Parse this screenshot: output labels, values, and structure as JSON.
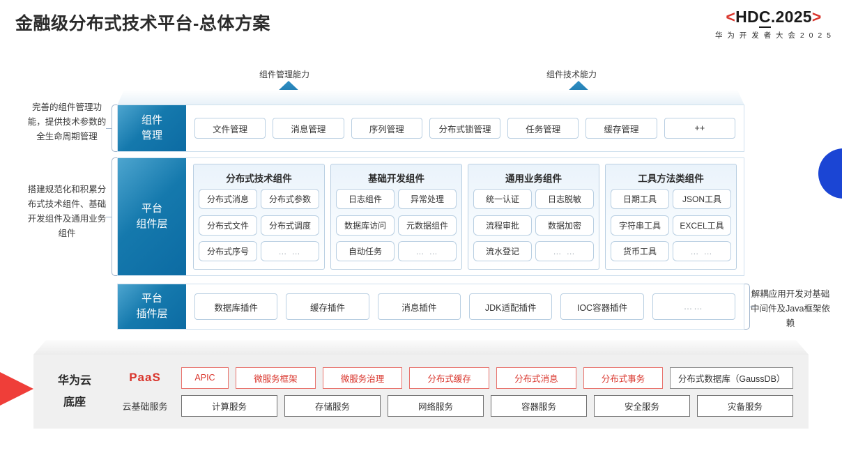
{
  "header": {
    "title": "金融级分布式技术平台-总体方案",
    "logo_main_left": "<",
    "logo_main_text_a": "HD",
    "logo_main_text_b": "C",
    "logo_main_text_c": ".2025",
    "logo_main_right": ">",
    "logo_sub": "华 为 开 发 者 大 会 2 0 2 5"
  },
  "accents": {
    "red": "#d9352c",
    "blue": "#1b45d4",
    "layer_blue": "#0c6ba3",
    "panel_gray": "#f0f0f0"
  },
  "arrows": [
    {
      "label": "组件管理能力"
    },
    {
      "label": "组件技术能力"
    }
  ],
  "side_notes": [
    {
      "text": "完善的组件管理功能，提供技术参数的全生命周期管理"
    },
    {
      "text": "搭建规范化和积累分布式技术组件、基础开发组件及通用业务组件"
    }
  ],
  "right_notes": [
    {
      "text": "解耦应用开发对基础中间件及Java框架依赖"
    }
  ],
  "layers": {
    "component_management": {
      "label_line1": "组件",
      "label_line2": "管理",
      "items": [
        "文件管理",
        "消息管理",
        "序列管理",
        "分布式锁管理",
        "任务管理",
        "缓存管理",
        "++"
      ]
    },
    "platform_component": {
      "label_line1": "平台",
      "label_line2": "组件层",
      "groups": [
        {
          "title": "分布式技术组件",
          "items": [
            "分布式消息",
            "分布式参数",
            "分布式文件",
            "分布式调度",
            "分布式序号",
            "… …"
          ]
        },
        {
          "title": "基础开发组件",
          "items": [
            "日志组件",
            "异常处理",
            "数据库访问",
            "元数据组件",
            "自动任务",
            "… …"
          ]
        },
        {
          "title": "通用业务组件",
          "items": [
            "统一认证",
            "日志脱敏",
            "流程审批",
            "数据加密",
            "流水登记",
            "… …"
          ]
        },
        {
          "title": "工具方法类组件",
          "items": [
            "日期工具",
            "JSON工具",
            "字符串工具",
            "EXCEL工具",
            "货币工具",
            "… …"
          ]
        }
      ]
    },
    "platform_plugin": {
      "label_line1": "平台",
      "label_line2": "插件层",
      "items": [
        "数据库插件",
        "缓存插件",
        "消息插件",
        "JDK适配插件",
        "IOC容器插件",
        "……"
      ]
    }
  },
  "paas": {
    "title_line1": "华为云",
    "title_line2": "底座",
    "paas_tag": "PaaS",
    "basic_tag": "云基础服务",
    "paas_items": [
      {
        "label": "APIC",
        "style": "red"
      },
      {
        "label": "微服务框架",
        "style": "red"
      },
      {
        "label": "微服务治理",
        "style": "red"
      },
      {
        "label": "分布式缓存",
        "style": "red"
      },
      {
        "label": "分布式消息",
        "style": "red"
      },
      {
        "label": "分布式事务",
        "style": "red"
      },
      {
        "label": "分布式数据库（GaussDB）",
        "style": "gray"
      }
    ],
    "basic_items": [
      "计算服务",
      "存储服务",
      "网络服务",
      "容器服务",
      "安全服务",
      "灾备服务"
    ]
  }
}
